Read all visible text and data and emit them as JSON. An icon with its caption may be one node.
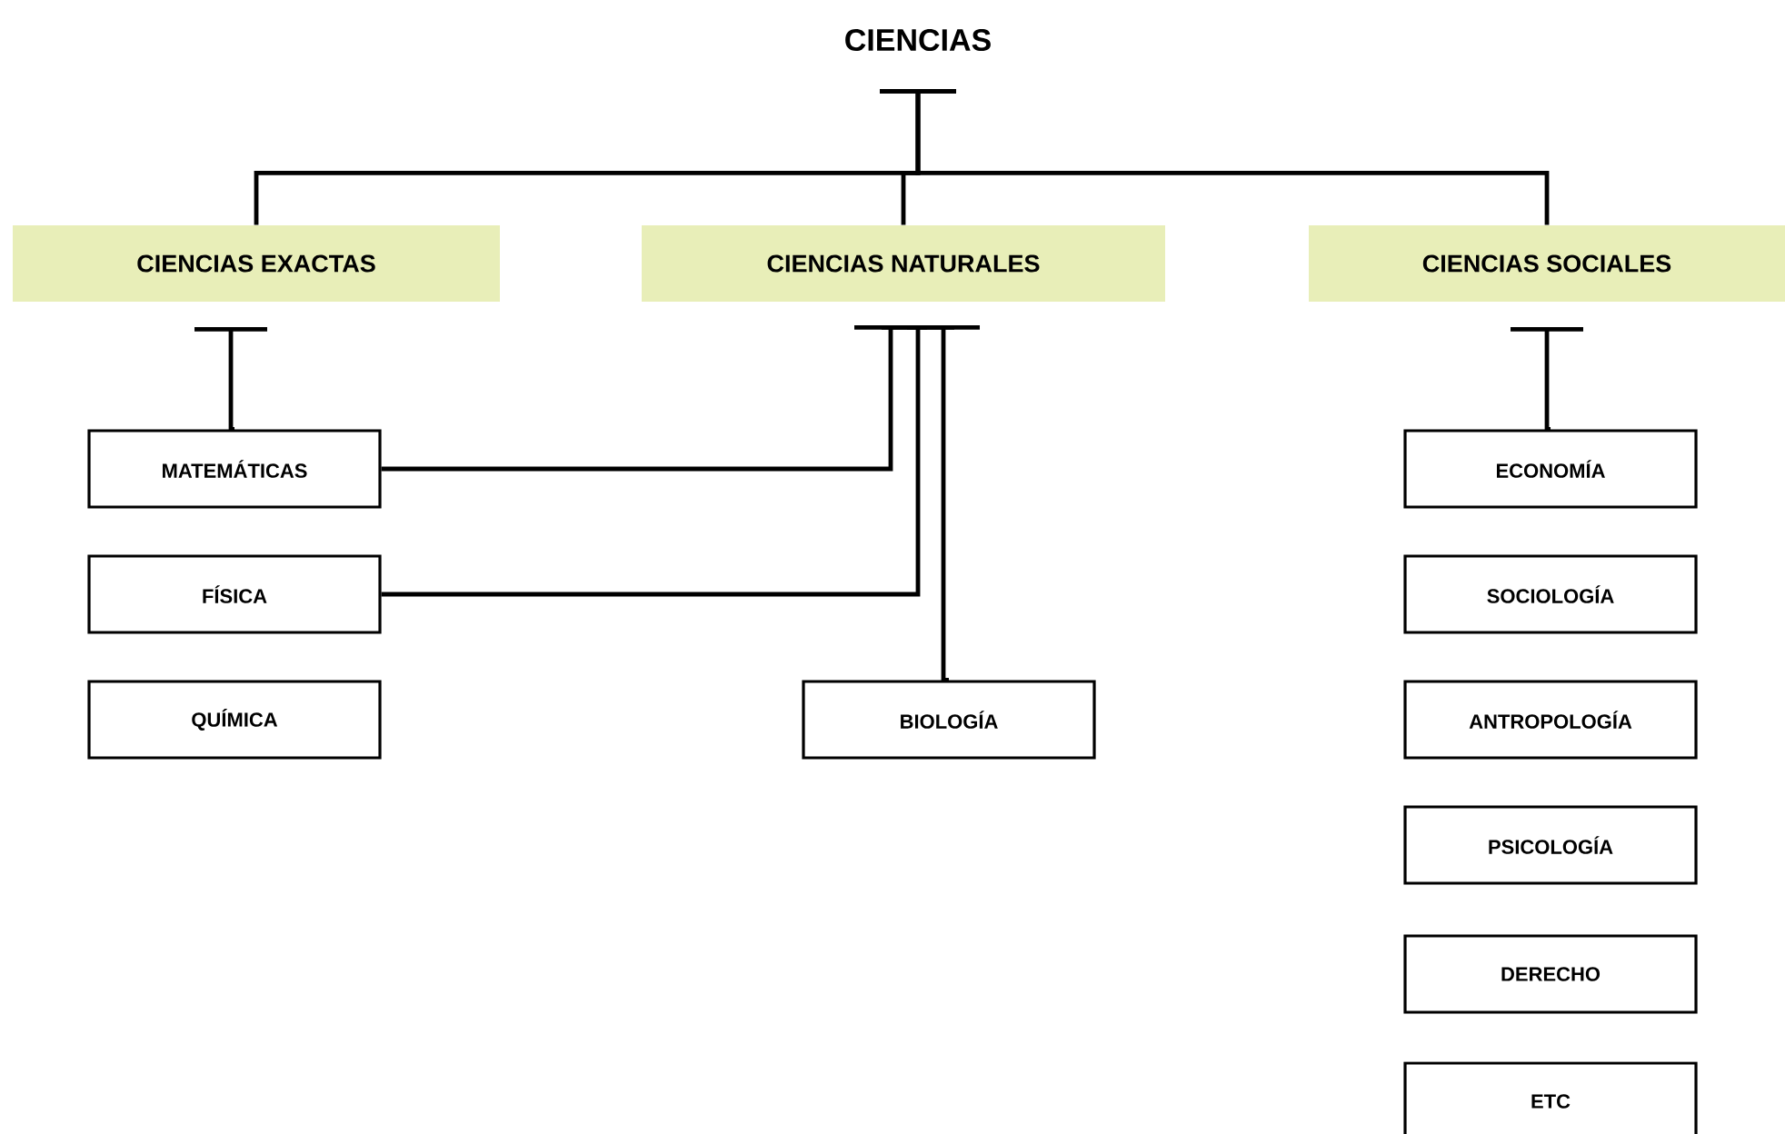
{
  "diagram": {
    "nodes": [
      {
        "text": [
          "CIENCIAS"
        ]
      },
      {
        "text": [
          "CIENCIAS EXACTAS"
        ]
      },
      {
        "text": [
          "CIENCIAS NATURALES"
        ]
      },
      {
        "text": [
          "CIENCIAS SOCIALES"
        ]
      },
      {
        "text": [
          "MATEMÁTICAS"
        ]
      },
      {
        "text": [
          "ECONOMÍA"
        ]
      },
      {
        "text": [
          "FÍSICA"
        ]
      },
      {
        "text": [
          "SOCIOLOGÍA"
        ]
      },
      {
        "text": [
          "QUÍMICA"
        ]
      },
      {
        "text": [
          "BIOLOGÍA"
        ]
      },
      {
        "text": [
          "ANTROPOLOGÍA"
        ]
      },
      {
        "text": [
          "PSICOLOGÍA"
        ]
      },
      {
        "text": [
          "DERECHO"
        ]
      },
      {
        "text": [
          "ETC"
        ]
      }
    ],
    "edges": [
      {
        "from": 0,
        "to": 1,
        "arrow": "none"
      },
      {
        "from": 0,
        "to": 2,
        "arrow": "none"
      },
      {
        "from": 0,
        "to": 3,
        "arrow": "none"
      },
      {
        "from": 1,
        "to": 4,
        "arrow": "none"
      },
      {
        "from": 2,
        "to": 4,
        "arrow": "none"
      },
      {
        "from": 2,
        "to": 6,
        "arrow": "none"
      },
      {
        "from": 2,
        "to": 9,
        "arrow": "none"
      },
      {
        "from": 3,
        "to": 5,
        "arrow": "none"
      }
    ]
  }
}
